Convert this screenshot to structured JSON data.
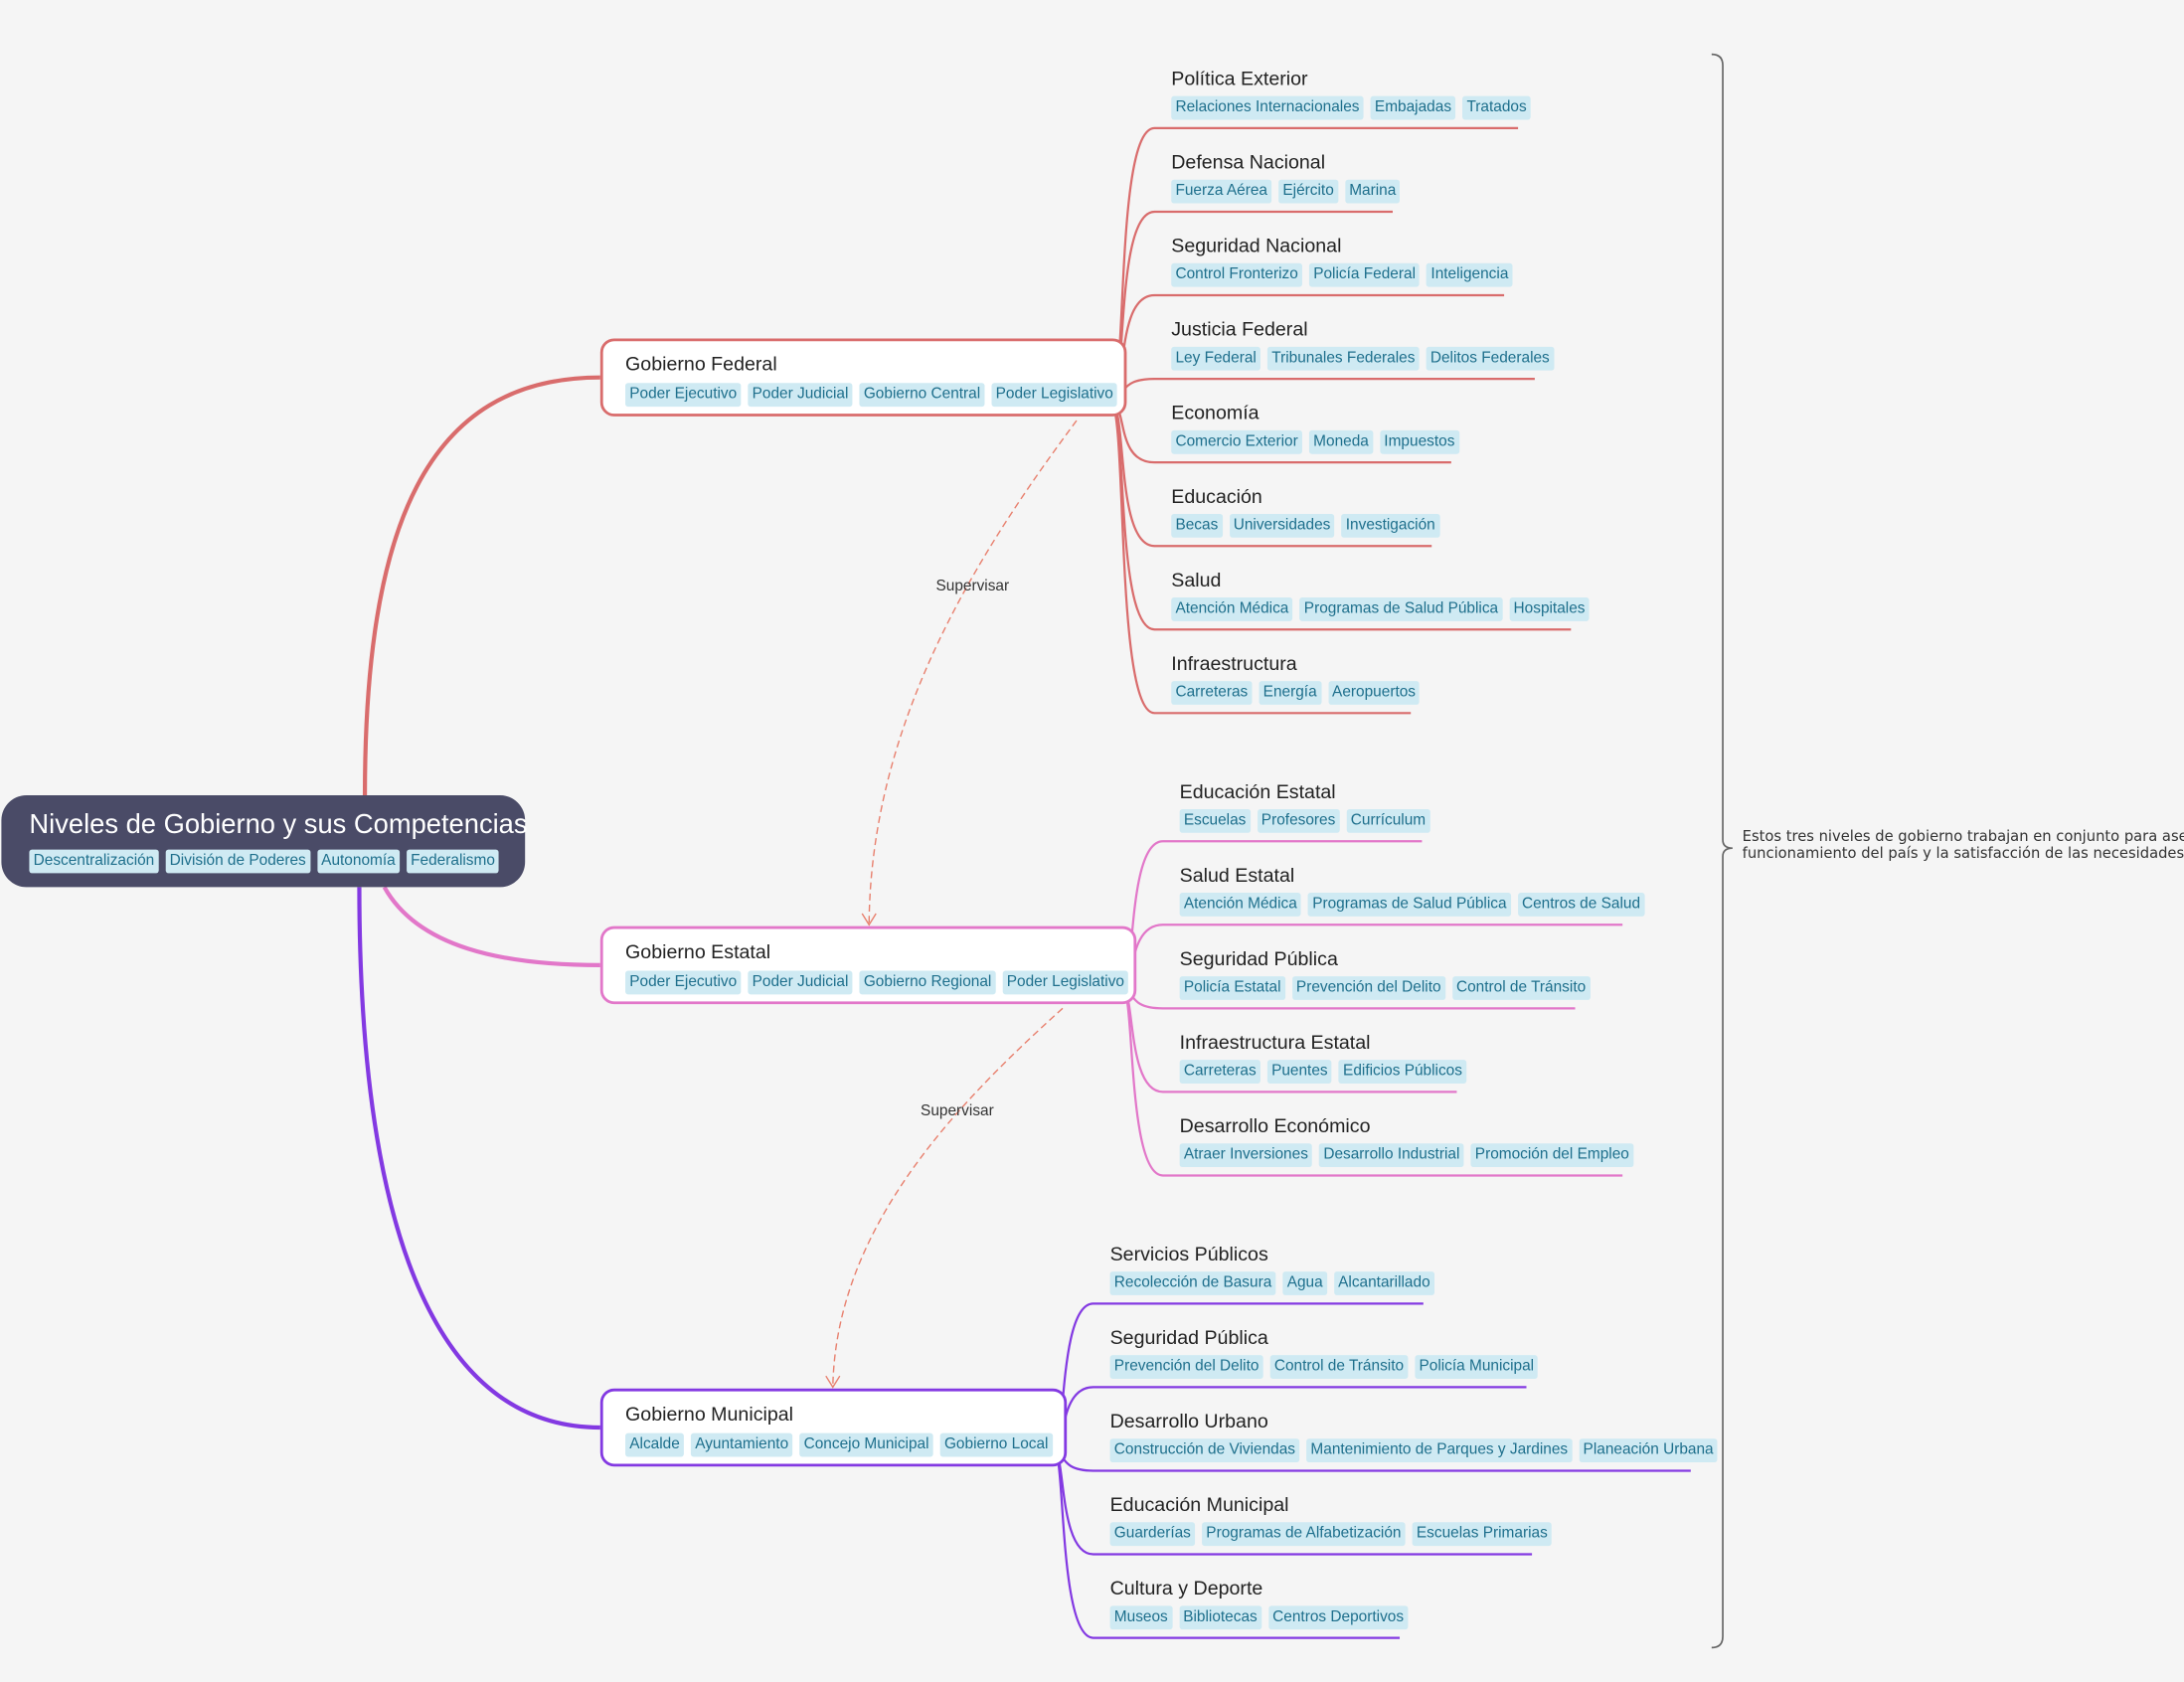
{
  "colors": {
    "federal": "#d96c6c",
    "estatal": "#e277c9",
    "municipal": "#8339e2",
    "relationship": "#e8806e",
    "root_bg": "#4a4b67",
    "tag_bg": "#cfeaf3",
    "tag_text": "#1e6f8c"
  },
  "root": {
    "title": "Niveles de Gobierno y sus Competencias",
    "tags": [
      "Descentralización",
      "División de Poderes",
      "Autonomía",
      "Federalismo"
    ]
  },
  "branches": [
    {
      "title": "Gobierno Federal",
      "tags": [
        "Poder Ejecutivo",
        "Poder Judicial",
        "Gobierno Central",
        "Poder Legislativo"
      ],
      "children": [
        {
          "title": "Política Exterior",
          "tags": [
            "Relaciones Internacionales",
            "Embajadas",
            "Tratados"
          ]
        },
        {
          "title": "Defensa Nacional",
          "tags": [
            "Fuerza Aérea",
            "Ejército",
            "Marina"
          ]
        },
        {
          "title": "Seguridad Nacional",
          "tags": [
            "Control Fronterizo",
            "Policía Federal",
            "Inteligencia"
          ]
        },
        {
          "title": "Justicia Federal",
          "tags": [
            "Ley Federal",
            "Tribunales Federales",
            "Delitos Federales"
          ]
        },
        {
          "title": "Economía",
          "tags": [
            "Comercio Exterior",
            "Moneda",
            "Impuestos"
          ]
        },
        {
          "title": "Educación",
          "tags": [
            "Becas",
            "Universidades",
            "Investigación"
          ]
        },
        {
          "title": "Salud",
          "tags": [
            "Atención Médica",
            "Programas de Salud Pública",
            "Hospitales"
          ]
        },
        {
          "title": "Infraestructura",
          "tags": [
            "Carreteras",
            "Energía",
            "Aeropuertos"
          ]
        }
      ]
    },
    {
      "title": "Gobierno Estatal",
      "tags": [
        "Poder Ejecutivo",
        "Poder Judicial",
        "Gobierno Regional",
        "Poder Legislativo"
      ],
      "children": [
        {
          "title": "Educación Estatal",
          "tags": [
            "Escuelas",
            "Profesores",
            "Currículum"
          ]
        },
        {
          "title": "Salud Estatal",
          "tags": [
            "Atención Médica",
            "Programas de Salud Pública",
            "Centros de Salud"
          ]
        },
        {
          "title": "Seguridad Pública",
          "tags": [
            "Policía Estatal",
            "Prevención del Delito",
            "Control de Tránsito"
          ]
        },
        {
          "title": "Infraestructura Estatal",
          "tags": [
            "Carreteras",
            "Puentes",
            "Edificios Públicos"
          ]
        },
        {
          "title": "Desarrollo Económico",
          "tags": [
            "Atraer Inversiones",
            "Desarrollo Industrial",
            "Promoción del Empleo"
          ]
        }
      ]
    },
    {
      "title": "Gobierno Municipal",
      "tags": [
        "Alcalde",
        "Ayuntamiento",
        "Concejo Municipal",
        "Gobierno Local"
      ],
      "children": [
        {
          "title": "Servicios Públicos",
          "tags": [
            "Recolección de Basura",
            "Agua",
            "Alcantarillado"
          ]
        },
        {
          "title": "Seguridad Pública",
          "tags": [
            "Prevención del Delito",
            "Control de Tránsito",
            "Policía Municipal"
          ]
        },
        {
          "title": "Desarrollo Urbano",
          "tags": [
            "Construcción de Viviendas",
            "Mantenimiento de Parques y Jardines",
            "Planeación Urbana"
          ]
        },
        {
          "title": "Educación Municipal",
          "tags": [
            "Guarderías",
            "Programas de Alfabetización",
            "Escuelas Primarias"
          ]
        },
        {
          "title": "Cultura y Deporte",
          "tags": [
            "Museos",
            "Bibliotecas",
            "Centros Deportivos"
          ]
        }
      ]
    }
  ],
  "relationships": [
    {
      "label": "Supervisar"
    },
    {
      "label": "Supervisar"
    }
  ],
  "summary": {
    "lines": [
      "Estos tres niveles de gobierno trabajan en conjunto para asegu",
      "funcionamiento del país y la satisfacción de las necesidades de"
    ]
  }
}
